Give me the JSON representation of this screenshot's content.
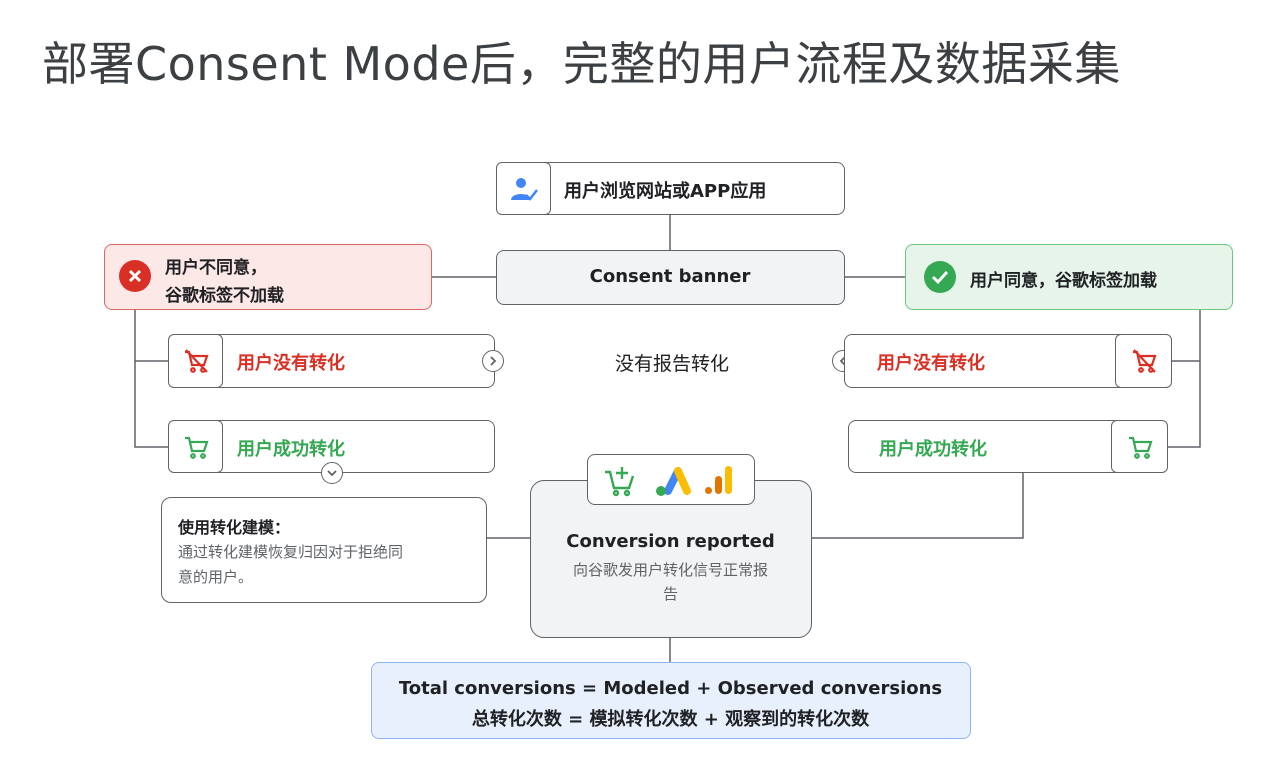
{
  "title": "部署Consent Mode后，完整的用户流程及数据采集",
  "nodes": {
    "browse": "用户浏览网站或APP应用",
    "banner": "Consent banner",
    "deny_line1": "用户不同意，",
    "deny_line2": "谷歌标签不加载",
    "accept": "用户同意，谷歌标签加载",
    "left_no_conv": "用户没有转化",
    "left_conv": "用户成功转化",
    "no_report": "没有报告转化",
    "right_no_conv": "用户没有转化",
    "right_conv": "用户成功转化",
    "modeling_title": "使用转化建模：",
    "modeling_line1": "通过转化建模恢复归因对于拒绝同",
    "modeling_line2": "意的用户。",
    "reported_title": "Conversion reported",
    "reported_line1": "向谷歌发用户转化信号正常报",
    "reported_line2": "告",
    "total_line1": "Total conversions = Modeled + Observed conversions",
    "total_line2": "总转化次数 = 模拟转化次数 + 观察到的转化次数"
  },
  "icons": {
    "browse": "user-check-icon",
    "deny": "x-circle-icon",
    "accept": "check-circle-icon",
    "no_cart": "cart-off-icon",
    "cart": "cart-icon",
    "add_cart": "cart-plus-icon",
    "ads": "google-ads-logo",
    "analytics": "google-analytics-logo"
  },
  "colors": {
    "red": "#d93025",
    "green": "#34a853",
    "blue": "#4285f4",
    "yellow": "#fbbc04",
    "orange": "#e37400"
  }
}
